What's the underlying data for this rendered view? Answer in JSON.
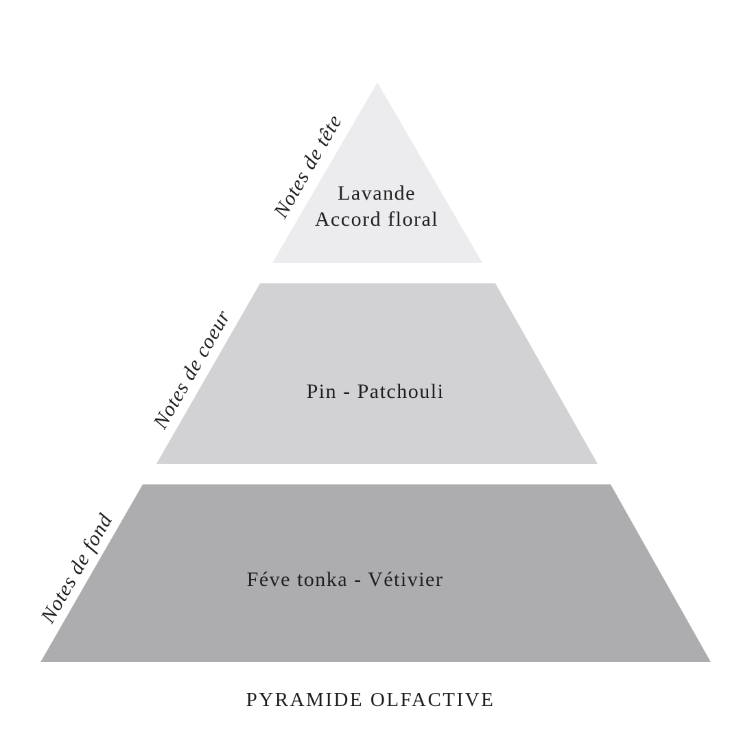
{
  "colors": {
    "background": "#ffffff",
    "tier_top": "#ecebee",
    "tier_middle": "#d2d1d4",
    "tier_base": "#adacaf",
    "text": "#1e1e1e"
  },
  "tiers": [
    {
      "side_label": "Notes de tête",
      "lines": [
        "Lavande",
        "Accord floral"
      ]
    },
    {
      "side_label": "Notes de coeur",
      "lines": [
        "Pin - Patchouli"
      ]
    },
    {
      "side_label": "Notes de fond",
      "lines": [
        "Féve tonka - Vétivier"
      ]
    }
  ],
  "caption": "PYRAMIDE OLFACTIVE"
}
